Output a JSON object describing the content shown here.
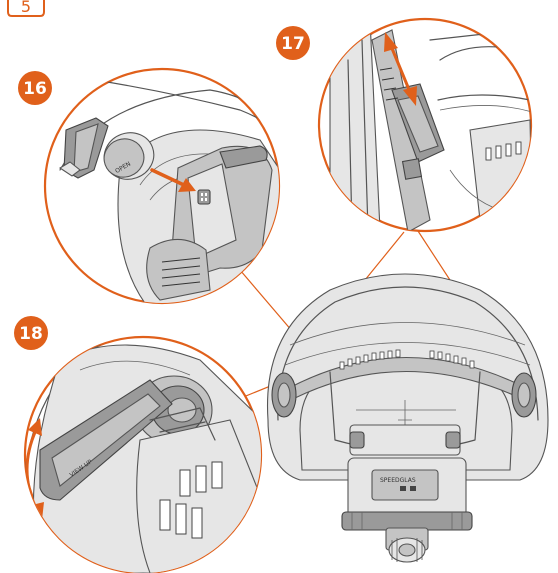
{
  "page_number": "5",
  "steps": [
    {
      "number": "16"
    },
    {
      "number": "17"
    },
    {
      "number": "18"
    }
  ],
  "part_labels": {
    "clip_text": "OPEN",
    "lever_text": "VIEW UP"
  },
  "colors": {
    "accent": "#e0601b",
    "line": "#555555",
    "fill_light": "#e6e6e6",
    "fill_dark": "#9a9a9a"
  }
}
